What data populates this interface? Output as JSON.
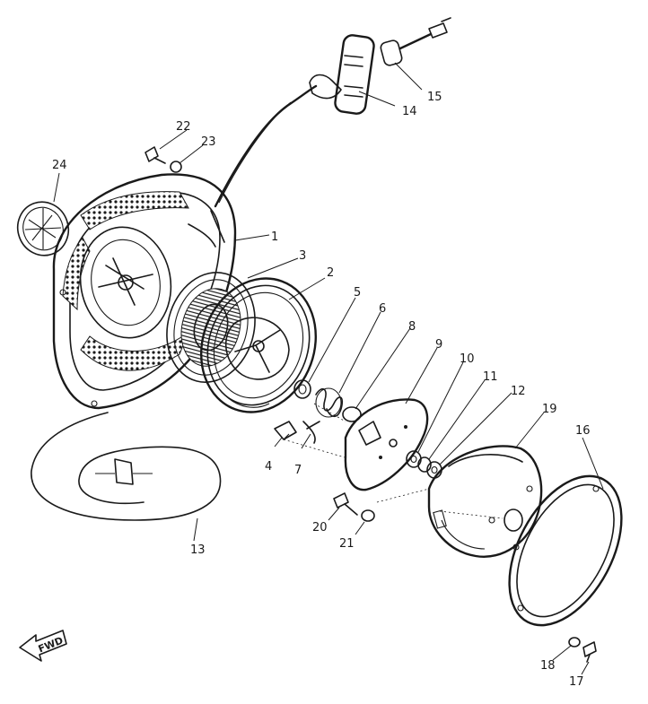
{
  "labels": {
    "p1": "1",
    "p2": "2",
    "p3": "3",
    "p4": "4",
    "p5": "5",
    "p6": "6",
    "p7": "7",
    "p8": "8",
    "p9": "9",
    "p10": "10",
    "p11": "11",
    "p12": "12",
    "p13": "13",
    "p14": "14",
    "p15": "15",
    "p16": "16",
    "p17": "17",
    "p18": "18",
    "p19": "19",
    "p20": "20",
    "p21": "21",
    "p22": "22",
    "p23": "23",
    "p24": "24"
  },
  "fwd": "FWD"
}
